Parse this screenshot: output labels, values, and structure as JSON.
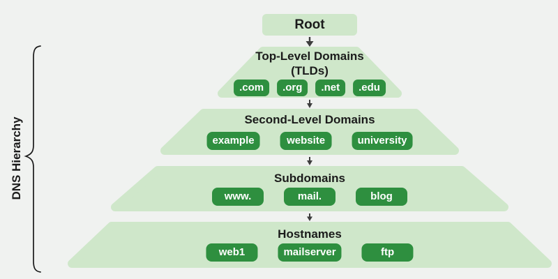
{
  "diagram": {
    "side_label": "DNS Hierarchy",
    "root_label": "Root",
    "levels": [
      {
        "title": "Top-Level Domains",
        "subtitle": "(TLDs)",
        "badges": [
          ".com",
          ".org",
          ".net",
          ".edu"
        ]
      },
      {
        "title": "Second-Level Domains",
        "badges": [
          "example",
          "website",
          "university"
        ]
      },
      {
        "title": "Subdomains",
        "badges": [
          "www.",
          "mail.",
          "blog"
        ]
      },
      {
        "title": "Hostnames",
        "badges": [
          "web1",
          "mailserver",
          "ftp"
        ]
      }
    ],
    "colors": {
      "background": "#f0f2f0",
      "level_fill": "#cfe7ca",
      "badge_fill": "#2e8f3f",
      "badge_text": "#ffffff",
      "title_text": "#1b1b1b",
      "arrow": "#3d3d3d",
      "brace": "#1a1a1a"
    }
  }
}
